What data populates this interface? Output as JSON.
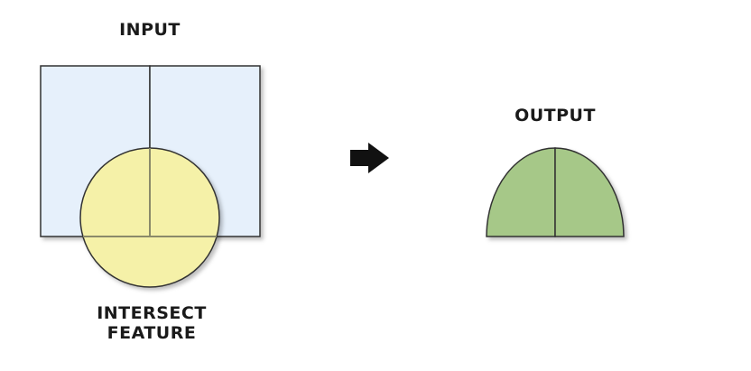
{
  "labels": {
    "input": "INPUT",
    "output": "OUTPUT",
    "intersect_line1": "INTERSECT",
    "intersect_line2": "FEATURE"
  },
  "colors": {
    "input_fill": "#e6f0fb",
    "intersect_fill": "#f5f1a8",
    "output_fill": "#a6c888",
    "stroke": "#333333",
    "arrow": "#111111"
  },
  "icons": {
    "arrow": "right-arrow-icon"
  }
}
